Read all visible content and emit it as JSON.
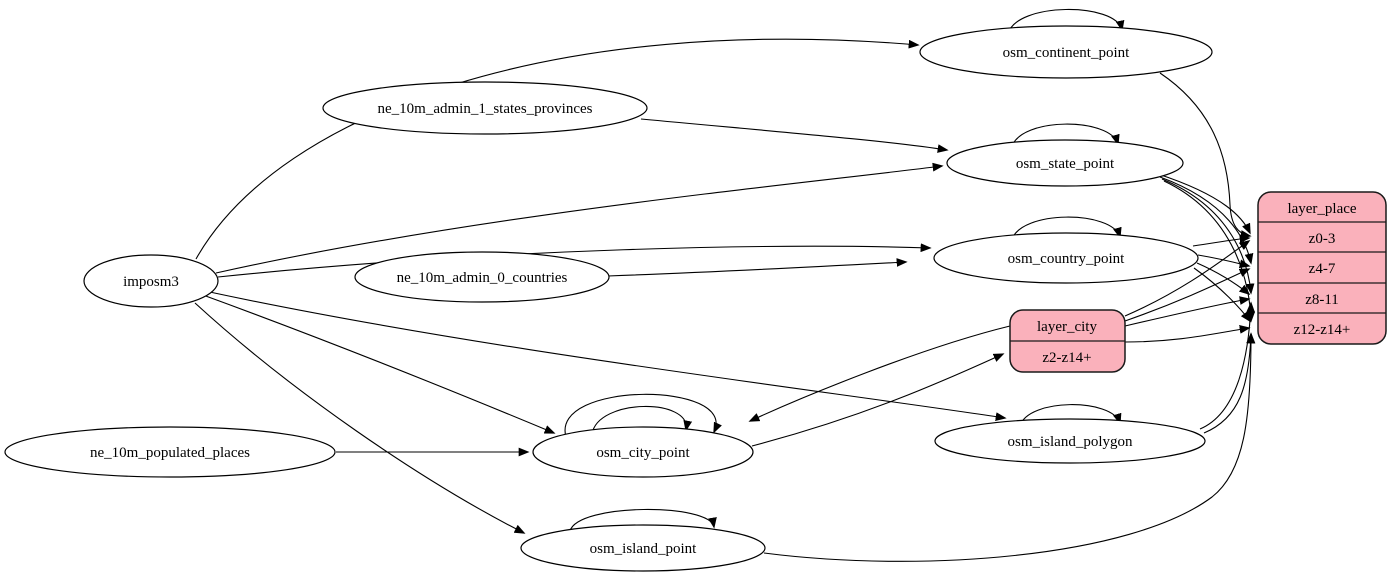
{
  "diagram": {
    "kind": "graphviz-digraph",
    "background": "#ffffff",
    "edge_color": "#000000",
    "table_fill": "#ffffff",
    "record_fill": "#fab1bb",
    "record_stroke": "#1a1a1a"
  },
  "nodes": {
    "imposm3": {
      "label": "imposm3",
      "shape": "ellipse"
    },
    "ne_10m_admin_1_states_provinces": {
      "label": "ne_10m_admin_1_states_provinces",
      "shape": "ellipse"
    },
    "ne_10m_admin_0_countries": {
      "label": "ne_10m_admin_0_countries",
      "shape": "ellipse"
    },
    "ne_10m_populated_places": {
      "label": "ne_10m_populated_places",
      "shape": "ellipse"
    },
    "osm_continent_point": {
      "label": "osm_continent_point",
      "shape": "ellipse"
    },
    "osm_state_point": {
      "label": "osm_state_point",
      "shape": "ellipse"
    },
    "osm_country_point": {
      "label": "osm_country_point",
      "shape": "ellipse"
    },
    "osm_city_point": {
      "label": "osm_city_point",
      "shape": "ellipse"
    },
    "osm_island_polygon": {
      "label": "osm_island_polygon",
      "shape": "ellipse"
    },
    "osm_island_point": {
      "label": "osm_island_point",
      "shape": "ellipse"
    },
    "layer_city": {
      "label": "layer_city",
      "shape": "record",
      "rows": [
        "z2-z14+"
      ]
    },
    "layer_place": {
      "label": "layer_place",
      "shape": "record",
      "rows": [
        "z0-3",
        "z4-7",
        "z8-11",
        "z12-z14+"
      ]
    }
  },
  "edges": [
    {
      "from": "imposm3",
      "to": "osm_continent_point"
    },
    {
      "from": "imposm3",
      "to": "osm_state_point"
    },
    {
      "from": "imposm3",
      "to": "osm_country_point"
    },
    {
      "from": "imposm3",
      "to": "osm_city_point"
    },
    {
      "from": "imposm3",
      "to": "osm_island_polygon"
    },
    {
      "from": "imposm3",
      "to": "osm_island_point"
    },
    {
      "from": "ne_10m_admin_1_states_provinces",
      "to": "osm_state_point"
    },
    {
      "from": "ne_10m_admin_0_countries",
      "to": "osm_country_point"
    },
    {
      "from": "ne_10m_populated_places",
      "to": "osm_city_point"
    },
    {
      "from": "osm_continent_point",
      "to": "osm_continent_point",
      "type": "self-loop"
    },
    {
      "from": "osm_state_point",
      "to": "osm_state_point",
      "type": "self-loop"
    },
    {
      "from": "osm_country_point",
      "to": "osm_country_point",
      "type": "self-loop"
    },
    {
      "from": "osm_city_point",
      "to": "osm_city_point",
      "type": "self-loop-outer"
    },
    {
      "from": "osm_city_point",
      "to": "osm_city_point",
      "type": "self-loop-inner"
    },
    {
      "from": "osm_island_polygon",
      "to": "osm_island_polygon",
      "type": "self-loop"
    },
    {
      "from": "osm_island_point",
      "to": "osm_island_point",
      "type": "self-loop"
    },
    {
      "from": "osm_continent_point",
      "to": "layer_place",
      "to_port": "z0-3"
    },
    {
      "from": "osm_state_point",
      "to": "layer_place",
      "to_port": "z0-3"
    },
    {
      "from": "osm_state_point",
      "to": "layer_place",
      "to_port": "z4-7"
    },
    {
      "from": "osm_state_point",
      "to": "layer_place",
      "to_port": "z8-11"
    },
    {
      "from": "osm_state_point",
      "to": "layer_place",
      "to_port": "z12-z14+"
    },
    {
      "from": "osm_country_point",
      "to": "layer_place",
      "to_port": "z0-3"
    },
    {
      "from": "osm_country_point",
      "to": "layer_place",
      "to_port": "z4-7"
    },
    {
      "from": "osm_country_point",
      "to": "layer_place",
      "to_port": "z8-11"
    },
    {
      "from": "osm_country_point",
      "to": "layer_place",
      "to_port": "z12-z14+"
    },
    {
      "from": "osm_city_point",
      "to": "layer_city",
      "to_port": "z2-z14+"
    },
    {
      "from": "layer_city",
      "to": "osm_city_point"
    },
    {
      "from": "layer_city",
      "to": "layer_place",
      "to_port": "z0-3"
    },
    {
      "from": "layer_city",
      "to": "layer_place",
      "to_port": "z4-7"
    },
    {
      "from": "layer_city",
      "to": "layer_place",
      "to_port": "z8-11"
    },
    {
      "from": "layer_city",
      "to": "layer_place",
      "to_port": "z12-z14+"
    },
    {
      "from": "osm_island_polygon",
      "to": "layer_place",
      "to_port": "z8-11"
    },
    {
      "from": "osm_island_polygon",
      "to": "layer_place",
      "to_port": "z12-z14+"
    },
    {
      "from": "osm_island_point",
      "to": "layer_place",
      "to_port": "z12-z14+"
    }
  ]
}
